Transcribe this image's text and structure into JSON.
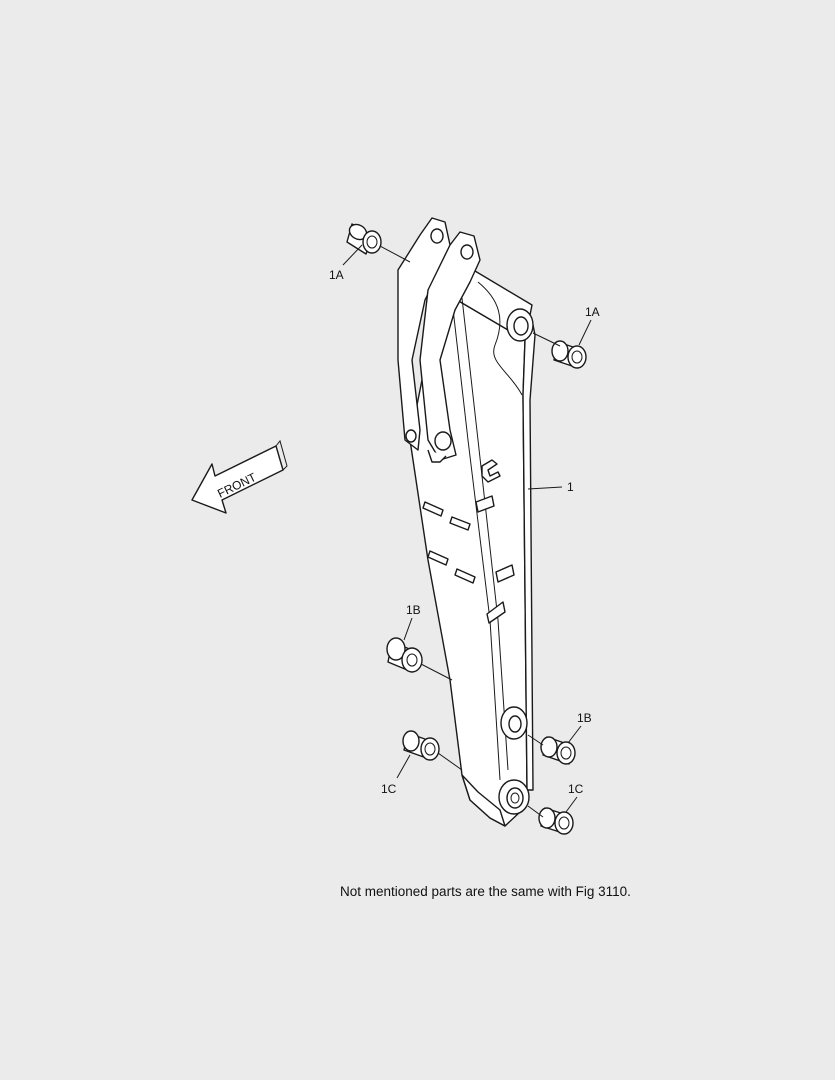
{
  "diagram": {
    "callouts": {
      "part_1": "1",
      "part_1a_left": "1A",
      "part_1a_right": "1A",
      "part_1b_left": "1B",
      "part_1b_right": "1B",
      "part_1c_left": "1C",
      "part_1c_right": "1C"
    },
    "front_arrow_label": "FRONT",
    "note": "Not mentioned parts are the same with Fig 3110."
  }
}
